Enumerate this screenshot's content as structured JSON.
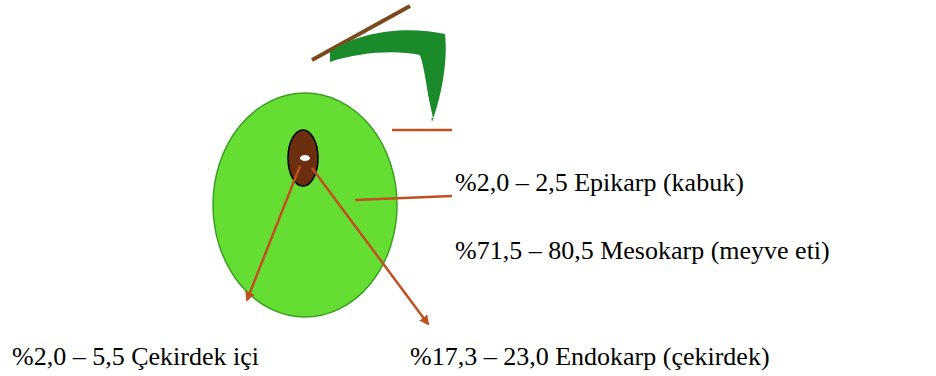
{
  "diagram": {
    "labels": [
      "%2,0 – 2,5 Epikarp (kabuk)",
      "%71,5 – 80,5 Mesokarp (meyve eti)",
      "%2,0 – 5,5 Çekirdek içi",
      "%17,3 – 23,0 Endokarp (çekirdek)"
    ]
  }
}
